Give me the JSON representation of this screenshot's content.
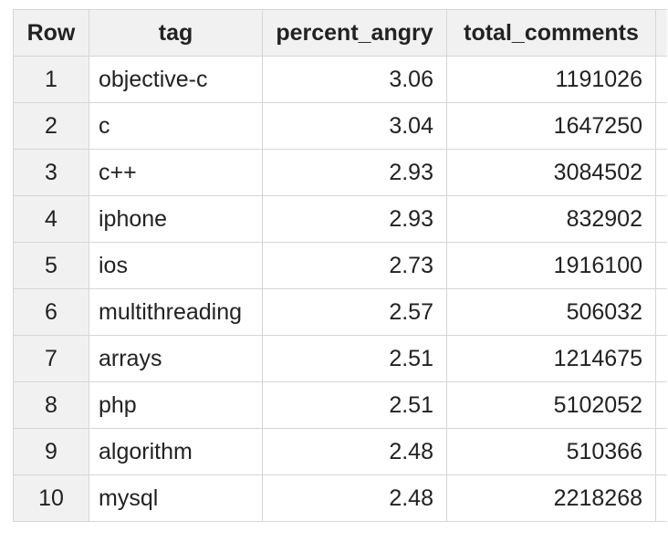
{
  "table": {
    "headers": {
      "row": "Row",
      "tag": "tag",
      "percent_angry": "percent_angry",
      "total_comments": "total_comments"
    },
    "rows": [
      {
        "row": "1",
        "tag": "objective-c",
        "percent_angry": "3.06",
        "total_comments": "1191026"
      },
      {
        "row": "2",
        "tag": "c",
        "percent_angry": "3.04",
        "total_comments": "1647250"
      },
      {
        "row": "3",
        "tag": "c++",
        "percent_angry": "2.93",
        "total_comments": "3084502"
      },
      {
        "row": "4",
        "tag": "iphone",
        "percent_angry": "2.93",
        "total_comments": "832902"
      },
      {
        "row": "5",
        "tag": "ios",
        "percent_angry": "2.73",
        "total_comments": "1916100"
      },
      {
        "row": "6",
        "tag": "multithreading",
        "percent_angry": "2.57",
        "total_comments": "506032"
      },
      {
        "row": "7",
        "tag": "arrays",
        "percent_angry": "2.51",
        "total_comments": "1214675"
      },
      {
        "row": "8",
        "tag": "php",
        "percent_angry": "2.51",
        "total_comments": "5102052"
      },
      {
        "row": "9",
        "tag": "algorithm",
        "percent_angry": "2.48",
        "total_comments": "510366"
      },
      {
        "row": "10",
        "tag": "mysql",
        "percent_angry": "2.48",
        "total_comments": "2218268"
      }
    ]
  }
}
